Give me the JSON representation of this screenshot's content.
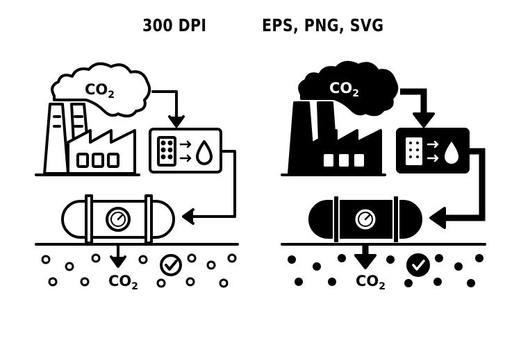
{
  "header": {
    "resolution": "300 DPI",
    "formats": "EPS, PNG, SVG"
  },
  "illustration": {
    "smoke_label": "CO2",
    "smoke_label_base": "CO",
    "smoke_label_sub": "2",
    "stored_label_base": "CO",
    "stored_label_sub": "2",
    "icons": [
      "factory-icon",
      "smoke-cloud-icon",
      "filter-unit-icon",
      "water-drop-icon",
      "storage-tank-icon",
      "pressure-gauge-icon",
      "arrow-icon",
      "check-circle-icon"
    ],
    "variants": [
      "outline",
      "solid"
    ],
    "ink_color": "#000000",
    "background_color": "#ffffff"
  }
}
